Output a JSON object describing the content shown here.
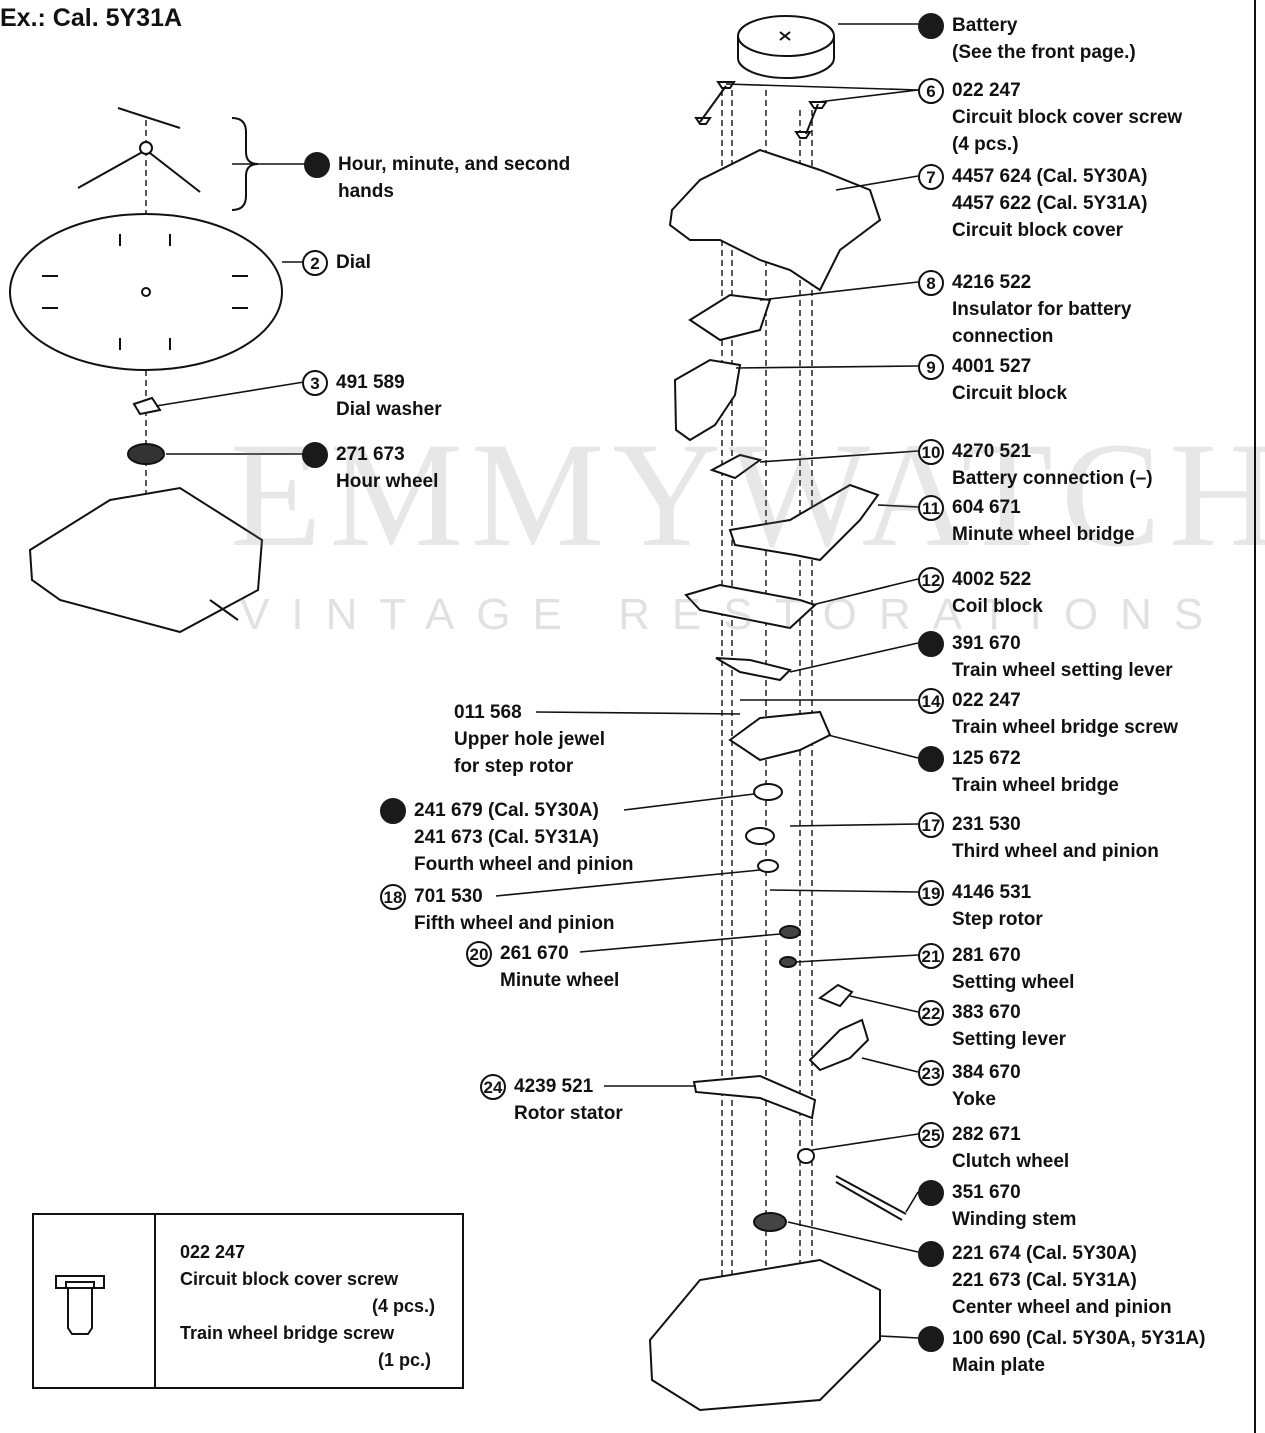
{
  "title": "Ex.: Cal. 5Y31A",
  "watermark": {
    "main": "EMMYWATCH",
    "sub": "VINTAGE RESTORATIONS"
  },
  "parts": [
    {
      "id": "battery",
      "badge": "",
      "badge_style": "solid",
      "number": "",
      "desc": [
        "Battery",
        "(See the front page.)"
      ]
    },
    {
      "id": "p6",
      "badge": "6",
      "badge_style": "open",
      "number": "022 247",
      "desc": [
        "Circuit block cover screw",
        "(4 pcs.)"
      ]
    },
    {
      "id": "p7",
      "badge": "7",
      "badge_style": "open",
      "number": "4457 624 (Cal. 5Y30A)",
      "desc": [
        "4457 622 (Cal. 5Y31A)",
        "Circuit block cover"
      ]
    },
    {
      "id": "p8",
      "badge": "8",
      "badge_style": "open",
      "number": "4216 522",
      "desc": [
        "Insulator for battery",
        "connection"
      ]
    },
    {
      "id": "p9",
      "badge": "9",
      "badge_style": "open",
      "number": "4001 527",
      "desc": [
        "Circuit block"
      ]
    },
    {
      "id": "p10",
      "badge": "10",
      "badge_style": "open",
      "number": "4270 521",
      "desc": [
        "Battery connection (–)"
      ]
    },
    {
      "id": "p11",
      "badge": "11",
      "badge_style": "open",
      "number": "604 671",
      "desc": [
        "Minute wheel bridge"
      ]
    },
    {
      "id": "p12",
      "badge": "12",
      "badge_style": "open",
      "number": "4002 522",
      "desc": [
        "Coil block"
      ]
    },
    {
      "id": "p13",
      "badge": "",
      "badge_style": "solid",
      "number": "391 670",
      "desc": [
        "Train wheel setting lever"
      ]
    },
    {
      "id": "p14",
      "badge": "14",
      "badge_style": "open",
      "number": "022 247",
      "desc": [
        "Train wheel bridge screw"
      ]
    },
    {
      "id": "p15",
      "badge": "",
      "badge_style": "solid",
      "number": "125 672",
      "desc": [
        "Train wheel bridge"
      ]
    },
    {
      "id": "p17",
      "badge": "17",
      "badge_style": "open",
      "number": "231 530",
      "desc": [
        "Third wheel and pinion"
      ]
    },
    {
      "id": "p19",
      "badge": "19",
      "badge_style": "open",
      "number": "4146 531",
      "desc": [
        "Step rotor"
      ]
    },
    {
      "id": "p21",
      "badge": "21",
      "badge_style": "open",
      "number": "281 670",
      "desc": [
        "Setting wheel"
      ]
    },
    {
      "id": "p22",
      "badge": "22",
      "badge_style": "open",
      "number": "383 670",
      "desc": [
        "Setting lever"
      ]
    },
    {
      "id": "p23",
      "badge": "23",
      "badge_style": "open",
      "number": "384 670",
      "desc": [
        "Yoke"
      ]
    },
    {
      "id": "p25",
      "badge": "25",
      "badge_style": "open",
      "number": "282 671",
      "desc": [
        "Clutch wheel"
      ]
    },
    {
      "id": "p26",
      "badge": "",
      "badge_style": "solid",
      "number": "351 670",
      "desc": [
        "Winding stem"
      ]
    },
    {
      "id": "p27",
      "badge": "",
      "badge_style": "solid",
      "number": "221 674 (Cal. 5Y30A)",
      "desc": [
        "221 673 (Cal. 5Y31A)",
        "Center wheel and pinion"
      ]
    },
    {
      "id": "p28",
      "badge": "",
      "badge_style": "solid",
      "number": "100 690 (Cal. 5Y30A, 5Y31A)",
      "desc": [
        "Main plate"
      ]
    },
    {
      "id": "hands",
      "badge": "",
      "badge_style": "solid",
      "number": "",
      "desc": [
        "Hour, minute, and second",
        "hands"
      ]
    },
    {
      "id": "p2",
      "badge": "2",
      "badge_style": "open",
      "number": "",
      "desc": [
        "Dial"
      ]
    },
    {
      "id": "p3",
      "badge": "3",
      "badge_style": "open",
      "number": "491 589",
      "desc": [
        "Dial washer"
      ]
    },
    {
      "id": "p4",
      "badge": "",
      "badge_style": "solid",
      "number": "271 673",
      "desc": [
        "Hour wheel"
      ]
    },
    {
      "id": "jewel",
      "badge": "",
      "badge_style": "none",
      "number": "011 568",
      "desc": [
        "Upper hole jewel",
        "for step rotor"
      ]
    },
    {
      "id": "p16",
      "badge": "",
      "badge_style": "solid",
      "number": "241 679 (Cal. 5Y30A)",
      "desc": [
        "241 673 (Cal. 5Y31A)",
        "Fourth wheel and pinion"
      ]
    },
    {
      "id": "p18",
      "badge": "18",
      "badge_style": "open",
      "number": "701 530",
      "desc": [
        "Fifth wheel and pinion"
      ]
    },
    {
      "id": "p20",
      "badge": "20",
      "badge_style": "open",
      "number": "261 670",
      "desc": [
        "Minute wheel"
      ]
    },
    {
      "id": "p24",
      "badge": "24",
      "badge_style": "open",
      "number": "4239 521",
      "desc": [
        "Rotor stator"
      ]
    }
  ],
  "screw_note": {
    "number": "022 247",
    "line1": "Circuit block cover screw",
    "qty1": "(4 pcs.)",
    "line2": "Train wheel bridge screw",
    "qty2": "(1 pc.)"
  },
  "colors": {
    "ink": "#111111",
    "watermark": "#787878"
  }
}
